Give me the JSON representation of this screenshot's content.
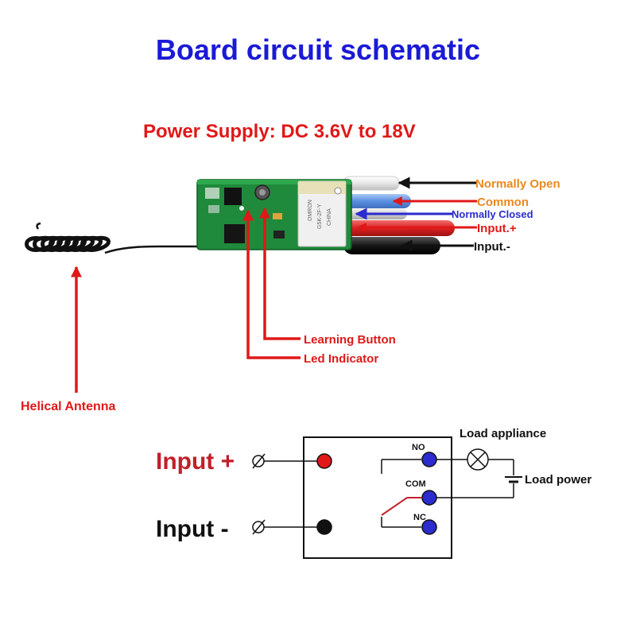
{
  "title": "Board circuit schematic",
  "power_supply": "Power Supply: DC 3.6V to 18V",
  "wires": {
    "normally_open": "Normally Open",
    "common": "Common",
    "normally_closed": "Normally Closed",
    "input_plus": "Input.+",
    "input_minus": "Input.-"
  },
  "board_labels": {
    "learning_button": "Learning Button",
    "led_indicator": "Led Indicator",
    "helical_antenna": "Helical Antenna"
  },
  "schematic": {
    "input_plus": "Input +",
    "input_minus": "Input -",
    "no": "NO",
    "com": "COM",
    "nc": "NC",
    "load_appliance": "Load appliance",
    "load_power": "Load power"
  },
  "colors": {
    "title": "#1a1ad6",
    "red": "#e01818",
    "orange": "#e9891e",
    "blue": "#2b2bd0",
    "wire_white": "#f2f2f2",
    "wire_blue": "#5a8fe0",
    "wire_red": "#d92020",
    "wire_black": "#111111",
    "pcb": "#1f8a3b"
  },
  "icons": [
    "lamp-icon",
    "battery-icon",
    "switch-contact-icon",
    "terminal-icon"
  ]
}
